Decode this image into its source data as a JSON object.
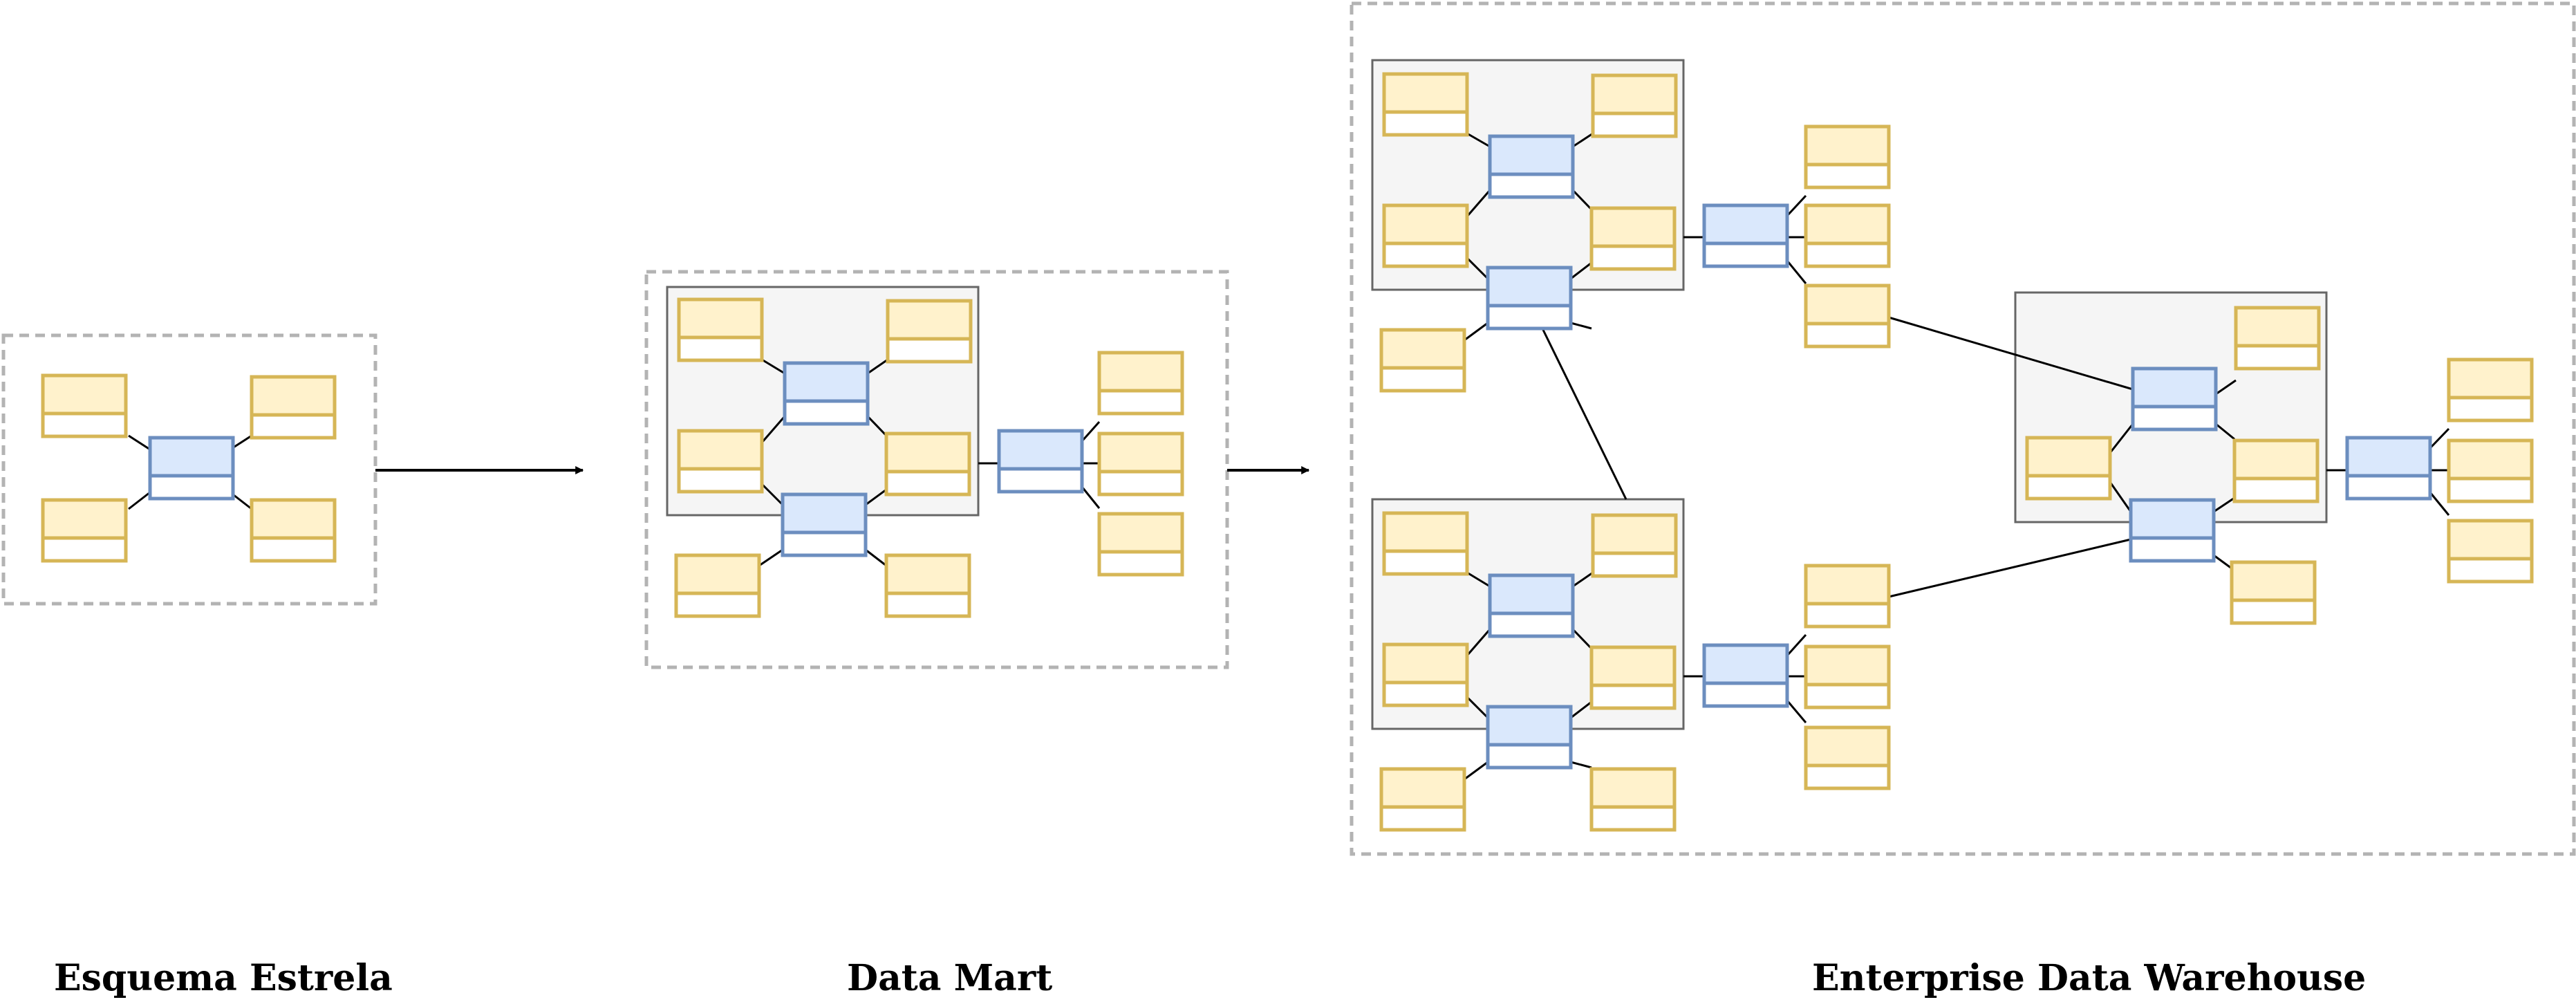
{
  "captions": {
    "star_schema": "Esquema Estrela",
    "data_mart": "Data Mart",
    "edw": "Enterprise Data Warehouse"
  },
  "colors": {
    "fact_fill": "#dae8fc",
    "fact_stroke": "#6c8ebf",
    "dim_fill": "#fff2cc",
    "dim_stroke": "#d6b656",
    "group_fill": "#f5f5f5",
    "group_stroke": "#666666",
    "dashed_stroke": "#b3b3b3",
    "line": "#000000"
  },
  "icons": {
    "arrow": "arrow-right-icon"
  }
}
